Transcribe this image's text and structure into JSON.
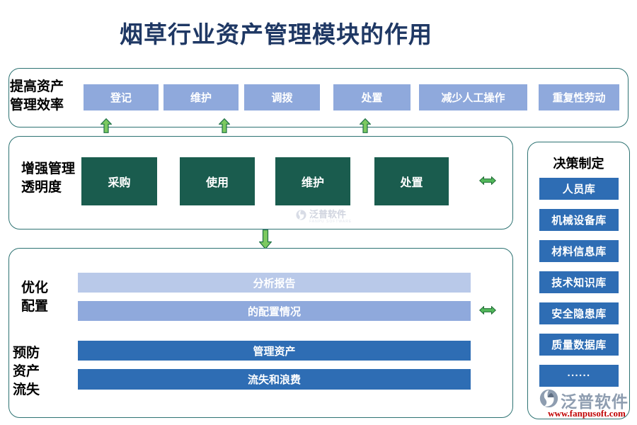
{
  "title": "烟草行业资产管理模块的作用",
  "section1": {
    "label_lines": [
      "提高资产",
      "管理效率"
    ],
    "buttons": [
      "登记",
      "维护",
      "调拨",
      "处置",
      "减少人工操作",
      "重复性劳动"
    ]
  },
  "section2": {
    "label_lines": [
      "增强管理",
      "透明度"
    ],
    "nodes": [
      "采购",
      "使用",
      "维护",
      "处置"
    ]
  },
  "section3": {
    "label_top_lines": [
      "优化",
      "配置"
    ],
    "label_bottom_lines": [
      "预防",
      "资产",
      "流失"
    ],
    "bars": [
      "分析报告",
      "的配置情况",
      "管理资产",
      "流失和浪费"
    ]
  },
  "right_panel": {
    "title": "决策制定",
    "buttons": [
      "人员库",
      "机械设备库",
      "材料信息库",
      "技术知识库",
      "安全隐患库",
      "质量数据库",
      "······"
    ]
  },
  "watermark": {
    "text": "泛普软件",
    "subtext": "FANPU SOFTWARE"
  },
  "logo": {
    "text": "泛普软件",
    "url": "www.fanpusoft.com"
  },
  "colors": {
    "title": "#1F3864",
    "box_border": "#2E7373",
    "light_button": "#8FA9DC",
    "green_node": "#1A5C4E",
    "bar_light": "#B9C9E9",
    "bar_medium": "#8FA9DC",
    "bar_dark": "#2E6DB4",
    "panel_button": "#2E6DB4",
    "arrow_green": "#52B85A",
    "url_red": "#C00000"
  }
}
